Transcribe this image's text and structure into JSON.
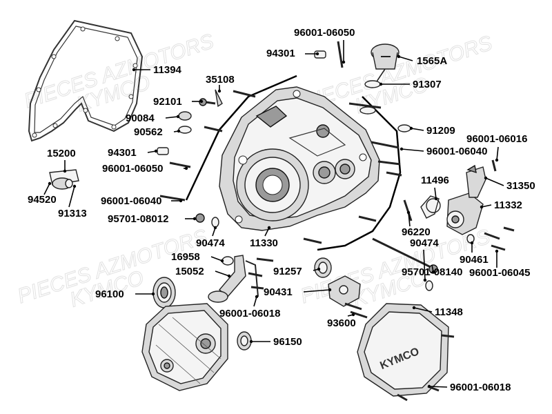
{
  "watermark": {
    "line1": "PIECES AZMOTORS",
    "line2": "KYMCO"
  },
  "labels": [
    {
      "id": "11394",
      "text": "11394"
    },
    {
      "id": "35108",
      "text": "35108"
    },
    {
      "id": "92101",
      "text": "92101"
    },
    {
      "id": "90084",
      "text": "90084"
    },
    {
      "id": "90562",
      "text": "90562"
    },
    {
      "id": "94301a",
      "text": "94301"
    },
    {
      "id": "96001-06050a",
      "text": "96001-06050"
    },
    {
      "id": "94301b",
      "text": "94301"
    },
    {
      "id": "96001-06050b",
      "text": "96001-06050"
    },
    {
      "id": "15200",
      "text": "15200"
    },
    {
      "id": "94520",
      "text": "94520"
    },
    {
      "id": "91313",
      "text": "91313"
    },
    {
      "id": "96001-06040a",
      "text": "96001-06040"
    },
    {
      "id": "95701-08012",
      "text": "95701-08012"
    },
    {
      "id": "1565A",
      "text": "1565A"
    },
    {
      "id": "91307",
      "text": "91307"
    },
    {
      "id": "91209",
      "text": "91209"
    },
    {
      "id": "96001-06016",
      "text": "96001-06016"
    },
    {
      "id": "96001-06040b",
      "text": "96001-06040"
    },
    {
      "id": "11496",
      "text": "11496"
    },
    {
      "id": "31350",
      "text": "31350"
    },
    {
      "id": "11332",
      "text": "11332"
    },
    {
      "id": "96220",
      "text": "96220"
    },
    {
      "id": "90474a",
      "text": "90474"
    },
    {
      "id": "11330",
      "text": "11330"
    },
    {
      "id": "90474b",
      "text": "90474"
    },
    {
      "id": "90461",
      "text": "90461"
    },
    {
      "id": "96001-06045",
      "text": "96001-06045"
    },
    {
      "id": "16958",
      "text": "16958"
    },
    {
      "id": "15052",
      "text": "15052"
    },
    {
      "id": "91257",
      "text": "91257"
    },
    {
      "id": "95701-08140",
      "text": "95701-08140"
    },
    {
      "id": "96100",
      "text": "96100"
    },
    {
      "id": "90431",
      "text": "90431"
    },
    {
      "id": "96001-06018a",
      "text": "96001-06018"
    },
    {
      "id": "93600",
      "text": "93600"
    },
    {
      "id": "11348",
      "text": "11348"
    },
    {
      "id": "96150",
      "text": "96150"
    },
    {
      "id": "96001-06018b",
      "text": "96001-06018"
    }
  ],
  "cover_logo": "KYMCO"
}
